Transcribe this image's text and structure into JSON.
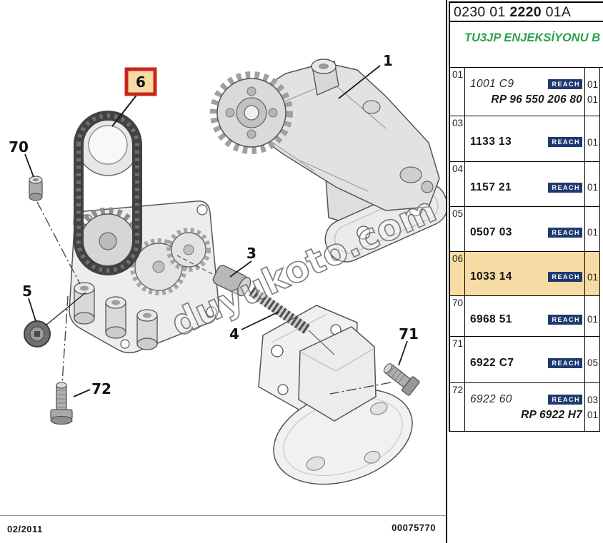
{
  "header": {
    "code_prefix": "0230 01 ",
    "code_bold": "2220",
    "code_suffix": " 01A",
    "title": "TU3JP ENJEKSİYONU B"
  },
  "table": {
    "rows": [
      {
        "index": "01",
        "part": "1001 C9",
        "badge": "REACH",
        "qty": "01",
        "sub_part": "RP 96 550 206 80",
        "sub_qty": "01"
      },
      {
        "index": "03",
        "part": "1133 13",
        "badge": "REACH",
        "qty": "01"
      },
      {
        "index": "04",
        "part": "1157 21",
        "badge": "REACH",
        "qty": "01"
      },
      {
        "index": "05",
        "part": "0507 03",
        "badge": "REACH",
        "qty": "01"
      },
      {
        "index": "06",
        "part": "1033 14",
        "badge": "REACH",
        "qty": "01"
      },
      {
        "index": "70",
        "part": "6968 51",
        "badge": "REACH",
        "qty": "01"
      },
      {
        "index": "71",
        "part": "6922 C7",
        "badge": "REACH",
        "qty": "05"
      },
      {
        "index": "72",
        "part": "6922 60",
        "badge": "REACH",
        "qty": "03",
        "sub_part": "RP 6922 H7",
        "sub_qty": "01"
      }
    ]
  },
  "diagram": {
    "callouts": [
      {
        "label": "1"
      },
      {
        "label": "3"
      },
      {
        "label": "4"
      },
      {
        "label": "5"
      },
      {
        "label": "6"
      },
      {
        "label": "70"
      },
      {
        "label": "71"
      },
      {
        "label": "72"
      }
    ],
    "highlighted_callout": "6",
    "watermark": "duyukoto.com"
  },
  "footer": {
    "date": "02/2011",
    "doc_number": "00075770"
  },
  "colors": {
    "badge_bg": "#1f3a70",
    "badge_text": "#ffffff",
    "highlight": "#f6dca4",
    "callout_box_border": "#c8251d",
    "title_green": "#2da04d"
  }
}
